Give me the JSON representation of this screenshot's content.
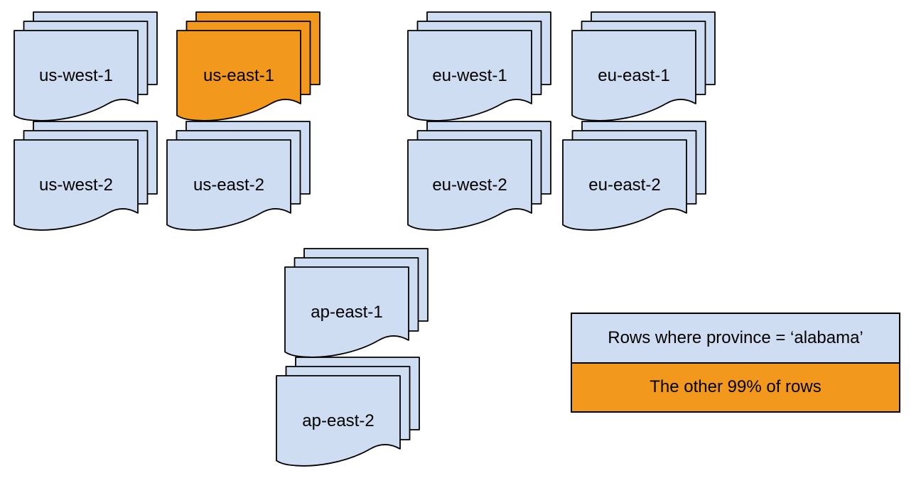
{
  "stacks": [
    {
      "label": "us-west-1",
      "variant": "blue"
    },
    {
      "label": "us-east-1",
      "variant": "orange"
    },
    {
      "label": "eu-west-1",
      "variant": "blue"
    },
    {
      "label": "eu-east-1",
      "variant": "blue"
    },
    {
      "label": "us-west-2",
      "variant": "blue"
    },
    {
      "label": "us-east-2",
      "variant": "blue"
    },
    {
      "label": "eu-west-2",
      "variant": "blue"
    },
    {
      "label": "eu-east-2",
      "variant": "blue"
    },
    {
      "label": "ap-east-1",
      "variant": "blue"
    },
    {
      "label": "ap-east-2",
      "variant": "blue"
    }
  ],
  "legend": {
    "items": [
      {
        "label": "Rows where province = ‘alabama’",
        "variant": "blue",
        "color": "#CEDDF2"
      },
      {
        "label": "The other 99% of rows",
        "variant": "orange",
        "color": "#F2991D"
      }
    ]
  },
  "colors": {
    "document_blue": "#CEDDF2",
    "highlight_orange": "#F2991D",
    "outline": "#000000",
    "background": "#FFFFFF"
  }
}
